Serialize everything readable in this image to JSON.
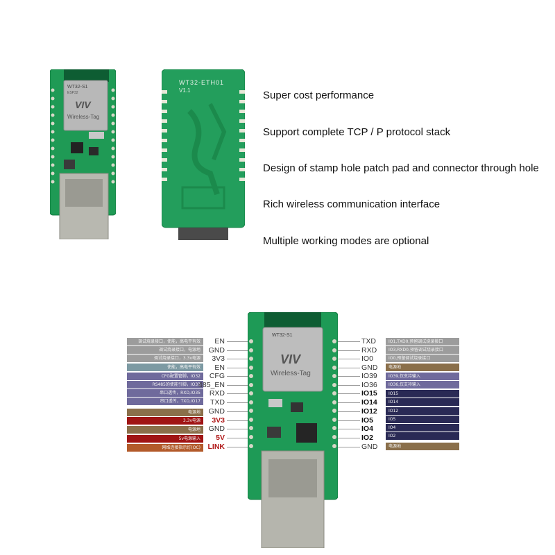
{
  "features": [
    "Super cost performance",
    "Support complete TCP / P protocol stack",
    "Design of stamp hole patch pad and connector through hole",
    "Rich wireless communication interface",
    "Multiple working modes are optional"
  ],
  "board_front": {
    "module_model": "WT32-S1",
    "module_sub": "ESP32",
    "module_brand": "Wireless-Tag",
    "module_logo": "VIV"
  },
  "board_back": {
    "silk_title": "WT32-ETH01",
    "silk_version": "V1.1"
  },
  "pinout": {
    "board_brand": "Wireless-Tag",
    "board_logo": "VIV",
    "module_model": "WT32-S1",
    "left_pins": [
      {
        "name": "EN",
        "note": "调试烧录接口，使能，高电平有效",
        "style": "normal",
        "note_color": "#9c9c9c"
      },
      {
        "name": "GND",
        "note": "调试烧录接口，电源地",
        "style": "normal",
        "note_color": "#9c9c9c"
      },
      {
        "name": "3V3",
        "note": "调试烧录接口，3.3v电源",
        "style": "normal",
        "note_color": "#9c9c9c"
      },
      {
        "name": "EN",
        "note": "使能，高电平有效",
        "style": "normal",
        "note_color": "#7d9aa3"
      },
      {
        "name": "CFG",
        "note": "CFG配置管脚，IO32",
        "style": "normal",
        "note_color": "#6f6a9c"
      },
      {
        "name": "485_EN",
        "note": "RS485的使能引脚，IO33",
        "style": "normal",
        "note_color": "#6f6a9c"
      },
      {
        "name": "RXD",
        "note": "串口透传，RXD,IO35",
        "style": "normal",
        "note_color": "#6f6a9c"
      },
      {
        "name": "TXD",
        "note": "串口透传，TXD,IO17",
        "style": "normal",
        "note_color": "#6f6a9c"
      },
      {
        "name": "GND",
        "note": "电源地",
        "style": "normal",
        "note_color": "#8a6f4a"
      },
      {
        "name": "3V3",
        "note": "3.3v电源",
        "style": "red",
        "note_color": "#a01414"
      },
      {
        "name": "GND",
        "note": "电源地",
        "style": "normal",
        "note_color": "#8a6f4a"
      },
      {
        "name": "5V",
        "note": "5v电源输入",
        "style": "red",
        "note_color": "#a01414"
      },
      {
        "name": "LINK",
        "note": "网络连接指示灯(OC)",
        "style": "red",
        "note_color": "#b35a2a"
      }
    ],
    "right_pins": [
      {
        "name": "TXD",
        "note": "IO1,TXD0,预留调试烧录接口",
        "style": "normal",
        "note_color": "#9c9c9c"
      },
      {
        "name": "RXD",
        "note": "IO3,RXD0,预留调试烧录接口",
        "style": "normal",
        "note_color": "#9c9c9c"
      },
      {
        "name": "IO0",
        "note": "IO0,预留调试烧录接口",
        "style": "normal",
        "note_color": "#9c9c9c"
      },
      {
        "name": "GND",
        "note": "电源地",
        "style": "normal",
        "note_color": "#8a6f4a"
      },
      {
        "name": "IO39",
        "note": "IO39,仅支持输入",
        "style": "normal",
        "note_color": "#6f6a9c"
      },
      {
        "name": "IO36",
        "note": "IO36,仅支持输入",
        "style": "normal",
        "note_color": "#6f6a9c"
      },
      {
        "name": "IO15",
        "note": "IO15",
        "style": "blk",
        "note_color": "#2a2a55"
      },
      {
        "name": "IO14",
        "note": "IO14",
        "style": "blk",
        "note_color": "#2a2a55"
      },
      {
        "name": "IO12",
        "note": "IO12",
        "style": "blk",
        "note_color": "#2a2a55"
      },
      {
        "name": "IO5",
        "note": "IO5",
        "style": "blk",
        "note_color": "#2a2a55"
      },
      {
        "name": "IO4",
        "note": "IO4",
        "style": "blk",
        "note_color": "#2a2a55"
      },
      {
        "name": "IO2",
        "note": "IO2",
        "style": "blk",
        "note_color": "#2a2a55"
      },
      {
        "name": "GND",
        "note": "电源地",
        "style": "normal",
        "note_color": "#8a6f4a"
      }
    ]
  }
}
